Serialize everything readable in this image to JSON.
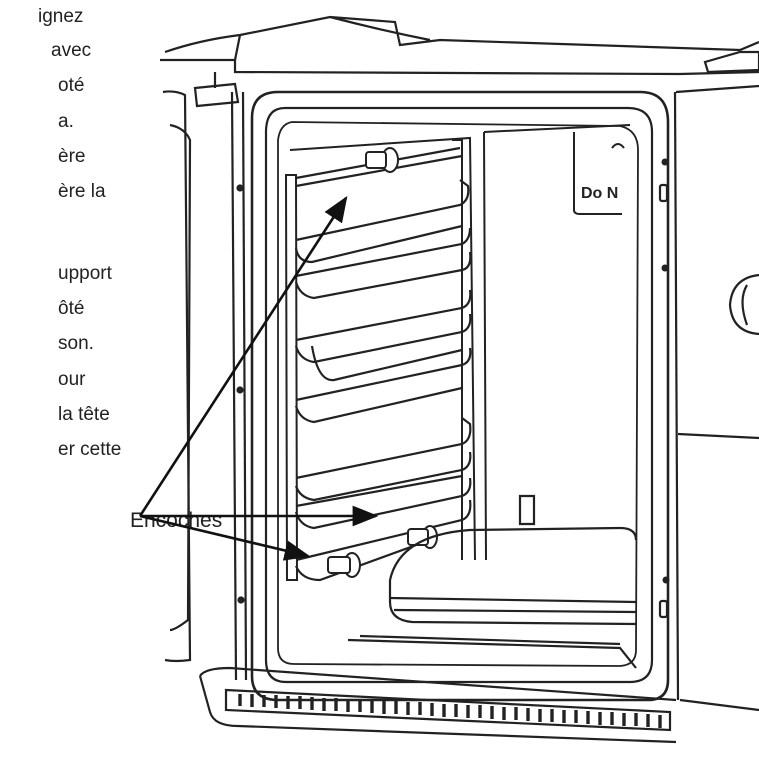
{
  "instructions": {
    "paragraph_1": [
      "ignez",
      "avec",
      "oté",
      "a.",
      "ère",
      "ère la"
    ],
    "paragraph_2": [
      "upport",
      "ôté",
      "son.",
      "our",
      "la tête",
      "er cette"
    ]
  },
  "callout": {
    "label": "Encoches"
  },
  "oven_label": "Do N"
}
